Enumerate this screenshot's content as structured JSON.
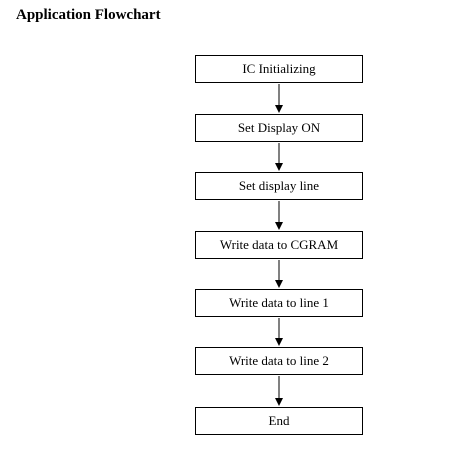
{
  "title": "Application Flowchart",
  "steps": [
    {
      "label": "IC Initializing"
    },
    {
      "label": "Set Display ON"
    },
    {
      "label": "Set display line"
    },
    {
      "label": "Write data to CGRAM"
    },
    {
      "label": "Write data to line 1"
    },
    {
      "label": "Write data to line 2"
    },
    {
      "label": "End"
    }
  ],
  "colors": {
    "stroke": "#000000",
    "background": "#ffffff"
  }
}
